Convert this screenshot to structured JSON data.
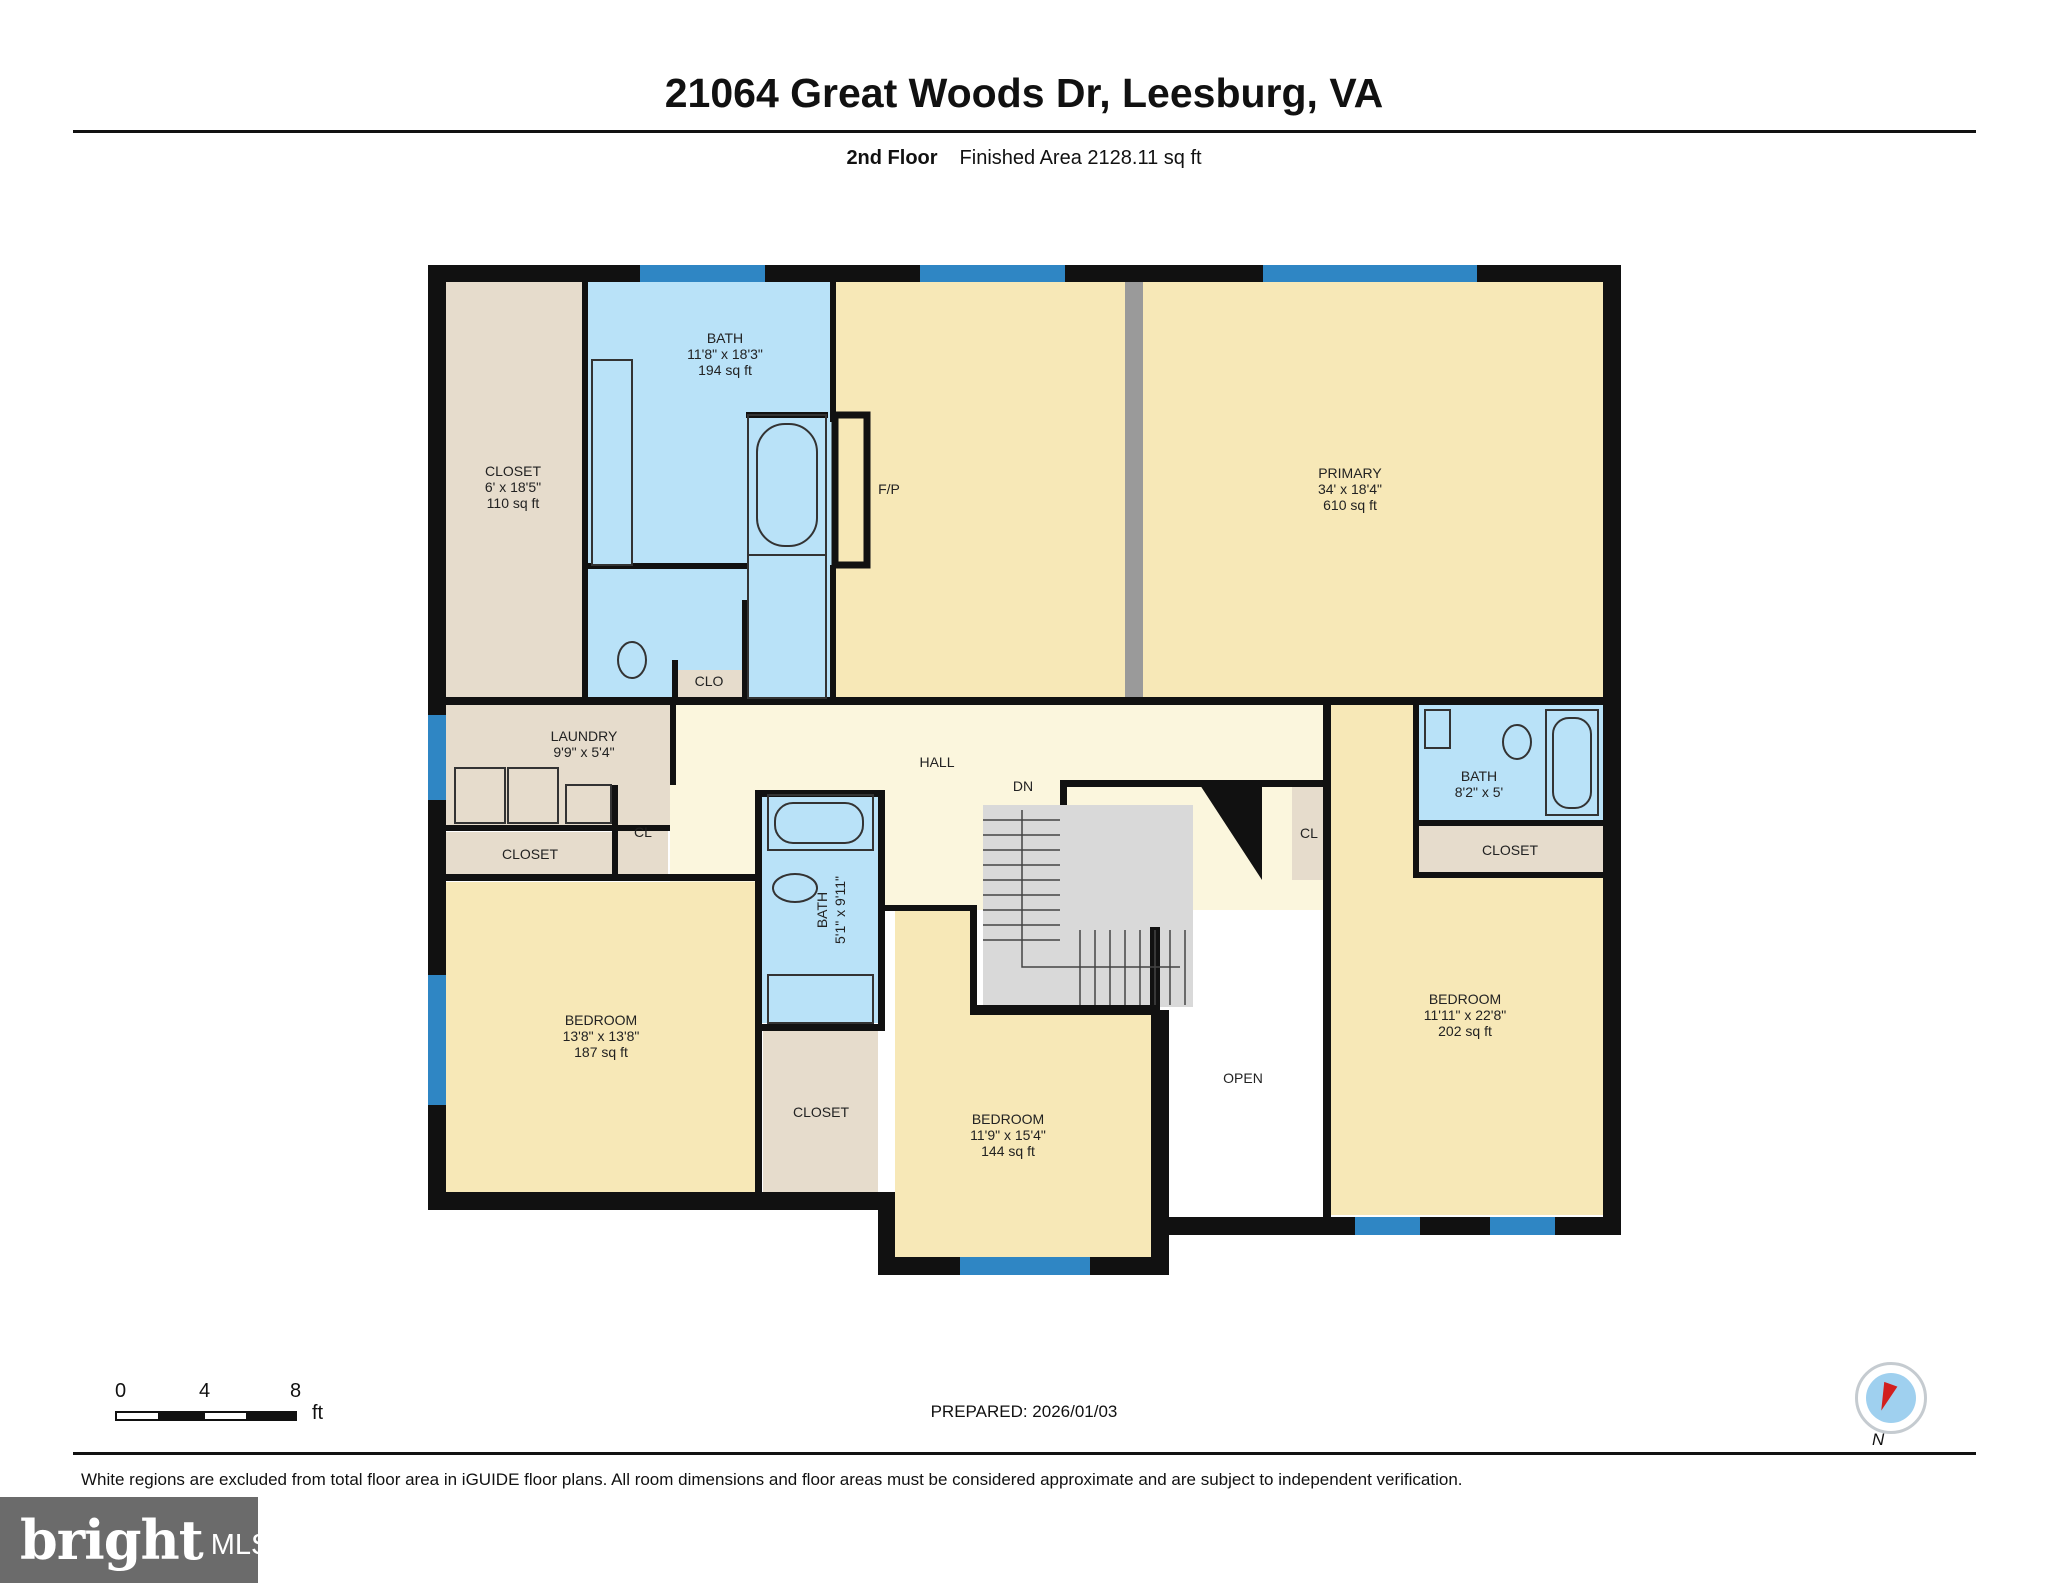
{
  "header": {
    "title": "21064 Great Woods Dr, Leesburg, VA",
    "floor": "2nd Floor",
    "area": "Finished Area 2128.11 sq ft"
  },
  "rooms": {
    "bath_main": {
      "name": "BATH",
      "dims": "11'8\" x 18'3\"",
      "area": "194 sq ft"
    },
    "closet_primary": {
      "name": "CLOSET",
      "dims": "6' x 18'5\"",
      "area": "110 sq ft"
    },
    "primary": {
      "name": "PRIMARY",
      "dims": "34' x 18'4\"",
      "area": "610 sq ft"
    },
    "fireplace": "F/P",
    "clo": "CLO",
    "laundry": {
      "name": "LAUNDRY",
      "dims": "9'9\" x 5'4\""
    },
    "hall": "HALL",
    "dn": "DN",
    "cl_left": "CL",
    "cl_right": "CL",
    "closet_left": "CLOSET",
    "bath_hall": {
      "name": "BATH",
      "dims": "5'1\" x 9'11\""
    },
    "bath_right": {
      "name": "BATH",
      "dims": "8'2\" x 5'"
    },
    "closet_right": "CLOSET",
    "bedroom_left": {
      "name": "BEDROOM",
      "dims": "13'8\" x 13'8\"",
      "area": "187 sq ft"
    },
    "closet_mid": "CLOSET",
    "bedroom_mid": {
      "name": "BEDROOM",
      "dims": "11'9\" x 15'4\"",
      "area": "144 sq ft"
    },
    "open": "OPEN",
    "bedroom_right": {
      "name": "BEDROOM",
      "dims": "11'11\" x 22'8\"",
      "area": "202 sq ft"
    }
  },
  "colors": {
    "bedroom": "#f7e8b7",
    "bath": "#b9e2f8",
    "closet": "#e6dccc",
    "hall": "#fbf6dd",
    "stairs": "#d9d9d9",
    "wall": "#111111",
    "window": "#2f86c4"
  },
  "scale": {
    "ticks": [
      "0",
      "4",
      "8"
    ],
    "unit": "ft"
  },
  "prepared": "PREPARED: 2026/01/03",
  "compass_label": "N",
  "disclaimer": "White regions are excluded from total floor area in iGUIDE floor plans. All room dimensions and floor areas must be considered approximate and are subject to independent verification.",
  "logo": {
    "brand": "bright",
    "suffix": "MLS"
  }
}
